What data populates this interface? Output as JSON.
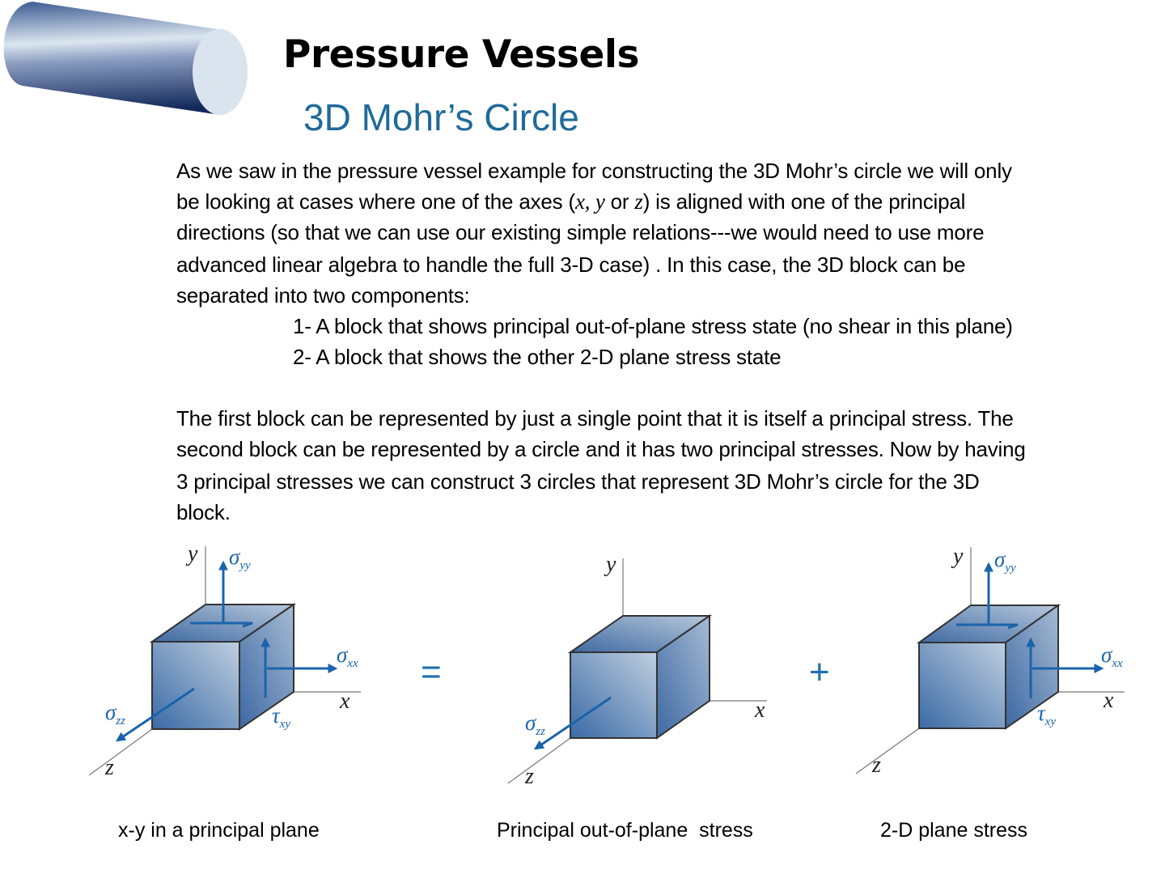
{
  "header": {
    "title": "Pressure Vessels",
    "subtitle": "3D Mohr’s Circle"
  },
  "paragraph1": {
    "line1": "As we saw in the pressure vessel example for constructing the 3D Mohr’s circle we will only",
    "line2": {
      "pre": "be looking at cases where one of the axes (",
      "x": "x, ",
      "y": "y",
      "or": " or ",
      "z": "z",
      "post": ") is aligned with one of the principal"
    },
    "line3": "directions (so that we can use our existing simple relations---we would need to use more",
    "line4": "advanced linear algebra to handle the full 3-D case) . In this case, the 3D block can be",
    "line5": "separated into two components:",
    "list": [
      "1- A block that shows principal out-of-plane stress state (no shear in this plane)",
      "2- A block that shows the other 2-D plane stress state"
    ]
  },
  "paragraph2": {
    "lines": [
      "The first block can be represented by just a single point that it is itself a principal stress. The",
      "second block can be represented by a circle and it has two principal stresses. Now by having",
      "3 principal stresses we can construct 3 circles that represent 3D Mohr’s circle for the 3D",
      "block."
    ]
  },
  "diagrams": {
    "axes": {
      "x": "x",
      "y": "y",
      "z": "z"
    },
    "sigma": "σ",
    "tau": "τ",
    "sub_xx": "xx",
    "sub_yy": "yy",
    "sub_zz": "zz",
    "sub_xy": "xy",
    "equals": "=",
    "plus": "+",
    "captions": [
      "x-y in a principal plane",
      "Principal out-of-plane  stress",
      "2-D plane stress"
    ]
  },
  "colors": {
    "accent": "#1a64ab",
    "subtitle": "#1f6a9a"
  }
}
